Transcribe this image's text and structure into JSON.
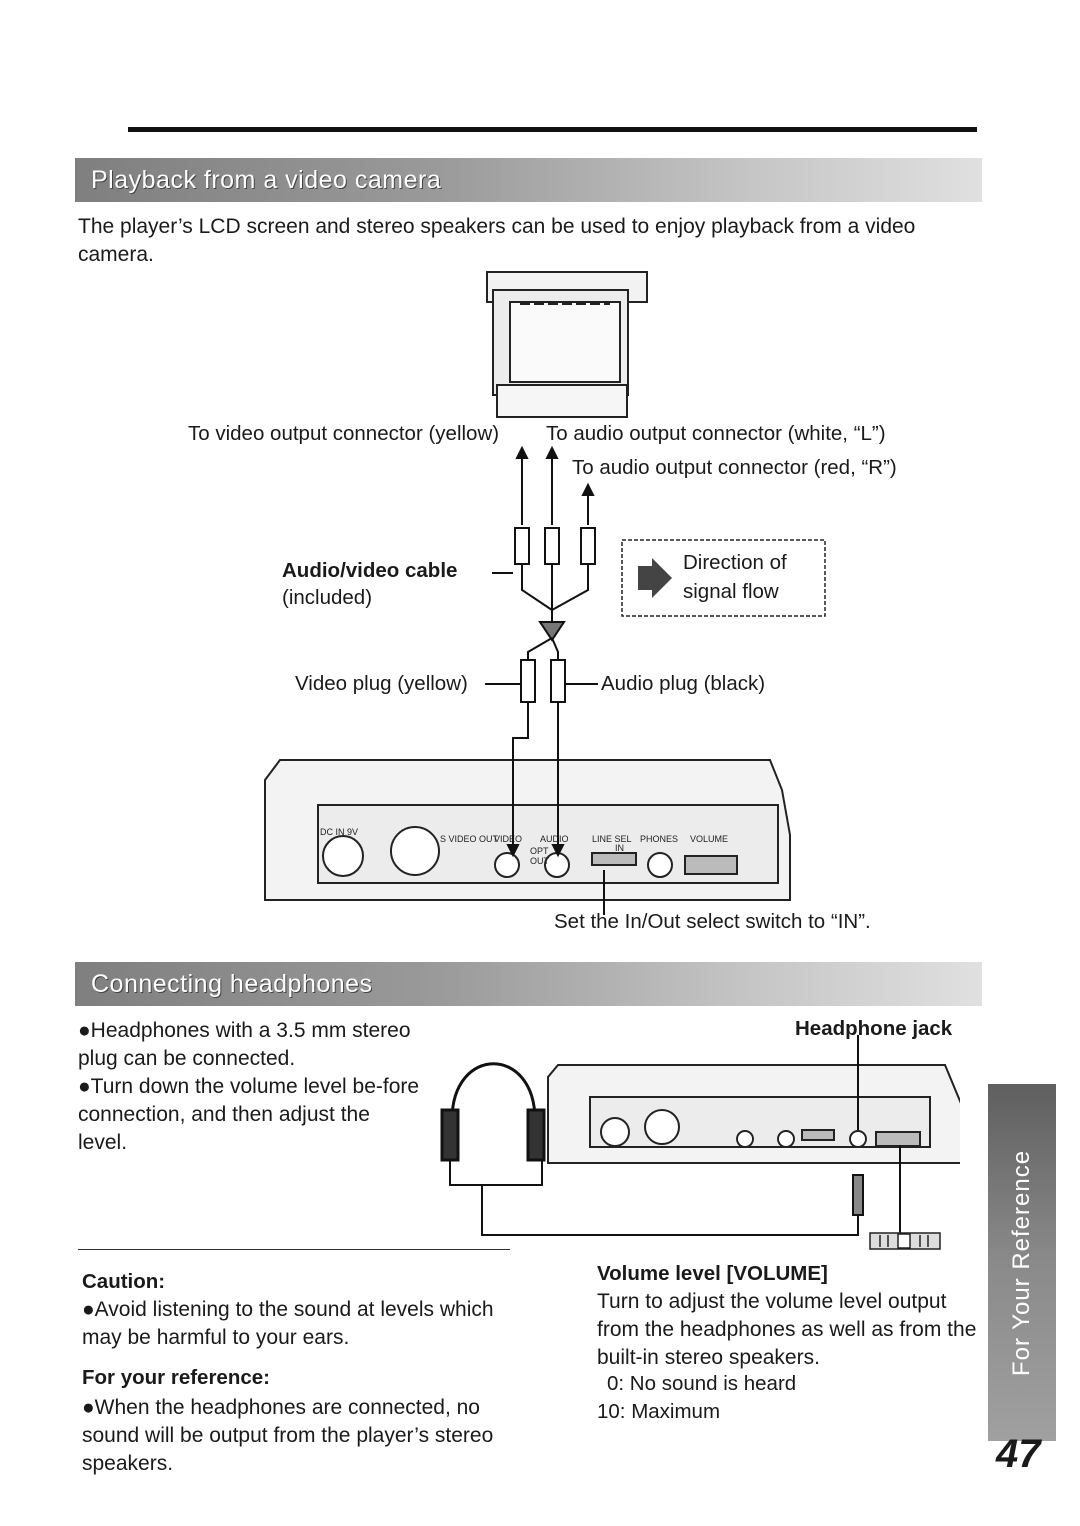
{
  "section1": {
    "title": "Playback from a video camera",
    "intro": "The player’s LCD screen and stereo speakers can be used to enjoy playback from a video camera.",
    "labels": {
      "video_out": "To video output connector (yellow)",
      "audio_white": "To audio output connector (white, “L”)",
      "audio_red": "To audio output connector (red, “R”)",
      "cable_name": "Audio/video cable",
      "cable_note": "(included)",
      "direction_line1": "Direction of",
      "direction_line2": "signal flow",
      "video_plug": "Video plug (yellow)",
      "audio_plug": "Audio plug (black)",
      "switch_note": "Set the In/Out select switch to “IN”."
    }
  },
  "section2": {
    "title": "Connecting headphones",
    "bullet1": "●Headphones with a 3.5 mm stereo plug can be connected.",
    "bullet2": "●Turn down the volume level be-fore connection, and then adjust the level.",
    "headphone_jack": "Headphone jack",
    "caution": {
      "heading": "Caution:",
      "text": "●Avoid listening to the sound at levels which may be harmful to your ears."
    },
    "reference": {
      "heading": "For your reference:",
      "text": "●When the headphones are connected, no sound will be output from the player’s stereo speakers."
    },
    "volume": {
      "heading": "Volume level [VOLUME]",
      "text": "Turn to adjust the volume level output from the headphones as well as from the built-in stereo speakers.",
      "min": "0: No sound is heard",
      "max": "10: Maximum"
    }
  },
  "panel_labels": {
    "dc_in": "DC IN 9V",
    "s_video": "S VIDEO OUT",
    "video": "VIDEO",
    "audio": "AUDIO",
    "line_sel": "LINE SEL",
    "phones": "PHONES",
    "volume": "VOLUME",
    "opt": "OPT",
    "out": "OUT",
    "in": "IN"
  },
  "sidebar": {
    "label": "For Your Reference"
  },
  "page_number": "47"
}
